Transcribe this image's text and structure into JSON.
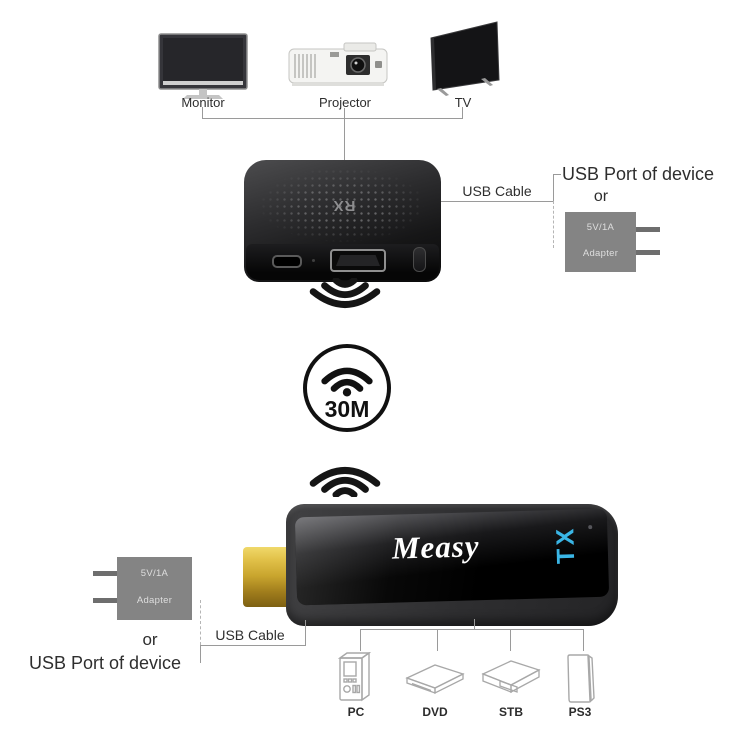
{
  "diagram": {
    "displays": [
      {
        "id": "monitor",
        "label": "Monitor"
      },
      {
        "id": "projector",
        "label": "Projector"
      },
      {
        "id": "tv",
        "label": "TV"
      }
    ],
    "receiver": {
      "logo": "RX"
    },
    "range_badge": "30M",
    "transmitter": {
      "brand": "Measy",
      "logo": "TX"
    },
    "top_link": {
      "cable": "USB Cable",
      "port": "USB Port of device",
      "or": "or",
      "adapter": [
        "5V/1A",
        "Adapter"
      ]
    },
    "bottom_link": {
      "cable": "USB Cable",
      "port": "USB Port of device",
      "or": "or",
      "adapter": [
        "5V/1A",
        "Adapter"
      ]
    },
    "sources": [
      {
        "id": "pc",
        "label": "PC"
      },
      {
        "id": "dvd",
        "label": "DVD"
      },
      {
        "id": "stb",
        "label": "STB"
      },
      {
        "id": "ps3",
        "label": "PS3"
      }
    ],
    "colors": {
      "tx_cyan": "#3ab6e6",
      "adapter_gray": "#848484",
      "line_gray": "#9a9a9a",
      "hdmi_gold": "#d4af35"
    }
  }
}
